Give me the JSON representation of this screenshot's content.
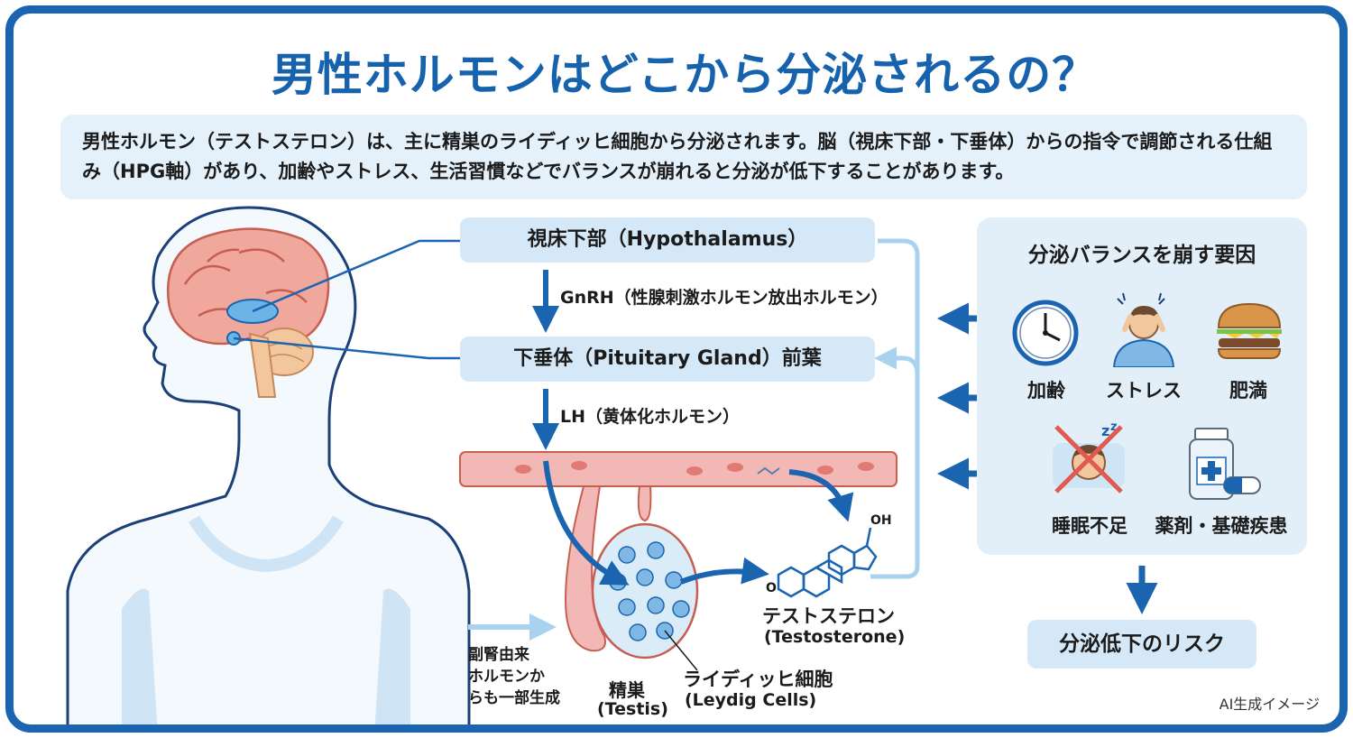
{
  "title": "男性ホルモンはどこから分泌されるの？",
  "intro": "男性ホルモン（テストステロン）は、主に精巣のライディッヒ細胞から分泌されます。脳（視床下部・下垂体）からの指令で調節される仕組み（HPG軸）があり、加齢やストレス、生活習慣などでバランスが崩れると分泌が低下することがあります。",
  "flow": {
    "hypothalamus": "視床下部（Hypothalamus）",
    "gnrh": "GnRH（性腺刺激ホルモン放出ホルモン）",
    "pituitary": "下垂体（Pituitary Gland）前葉",
    "lh": "LH（黄体化ホルモン）",
    "testosterone_jp": "テストステロン",
    "testosterone_en": "(Testosterone)",
    "testis_jp": "精巣",
    "testis_en": "(Testis)",
    "leydig_jp": "ライディッヒ細胞",
    "leydig_en": "(Leydig Cells)",
    "adrenal_1": "副腎由来",
    "adrenal_2": "ホルモンか",
    "adrenal_3": "らも一部生成",
    "oh_label": "OH",
    "o_label": "O"
  },
  "factors": {
    "title": "分泌バランスを崩す要因",
    "items": [
      {
        "label": "加齢",
        "icon": "clock-icon"
      },
      {
        "label": "ストレス",
        "icon": "stressed-person-icon"
      },
      {
        "label": "肥満",
        "icon": "hamburger-icon"
      },
      {
        "label": "睡眠不足",
        "icon": "sleep-deprivation-icon"
      },
      {
        "label": "薬剤・基礎疾患",
        "icon": "medicine-icon"
      }
    ]
  },
  "risk": "分泌低下のリスク",
  "note": "AI生成イメージ",
  "colors": {
    "primary": "#1a64b0",
    "panel": "#d4e8f7",
    "vessel": "#f2b8b5",
    "brain": "#f0a89c",
    "body_outline": "#1b3f78"
  }
}
